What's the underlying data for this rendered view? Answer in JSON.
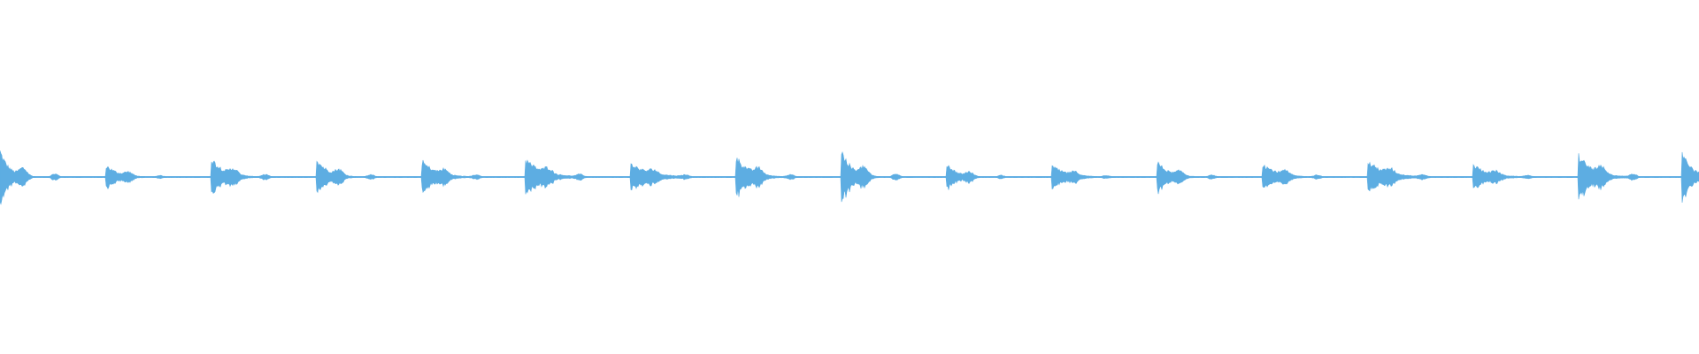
{
  "waveform": {
    "color": "#5dade2",
    "background": "#ffffff",
    "onsets": [
      {
        "pos": 0.0,
        "amp": 0.95,
        "decay": 0.1
      },
      {
        "pos": 0.062,
        "amp": 0.45,
        "decay": 0.16
      },
      {
        "pos": 0.124,
        "amp": 0.7,
        "decay": 0.18
      },
      {
        "pos": 0.186,
        "amp": 0.68,
        "decay": 0.15
      },
      {
        "pos": 0.248,
        "amp": 0.6,
        "decay": 0.2
      },
      {
        "pos": 0.309,
        "amp": 0.65,
        "decay": 0.25
      },
      {
        "pos": 0.371,
        "amp": 0.48,
        "decay": 0.3
      },
      {
        "pos": 0.433,
        "amp": 0.75,
        "decay": 0.18
      },
      {
        "pos": 0.495,
        "amp": 1.0,
        "decay": 0.12
      },
      {
        "pos": 0.557,
        "amp": 0.5,
        "decay": 0.12
      },
      {
        "pos": 0.619,
        "amp": 0.4,
        "decay": 0.22
      },
      {
        "pos": 0.681,
        "amp": 0.55,
        "decay": 0.15
      },
      {
        "pos": 0.743,
        "amp": 0.5,
        "decay": 0.2
      },
      {
        "pos": 0.805,
        "amp": 0.55,
        "decay": 0.28
      },
      {
        "pos": 0.867,
        "amp": 0.45,
        "decay": 0.22
      },
      {
        "pos": 0.929,
        "amp": 0.8,
        "decay": 0.2
      },
      {
        "pos": 0.99,
        "amp": 0.95,
        "decay": 0.1
      }
    ]
  }
}
